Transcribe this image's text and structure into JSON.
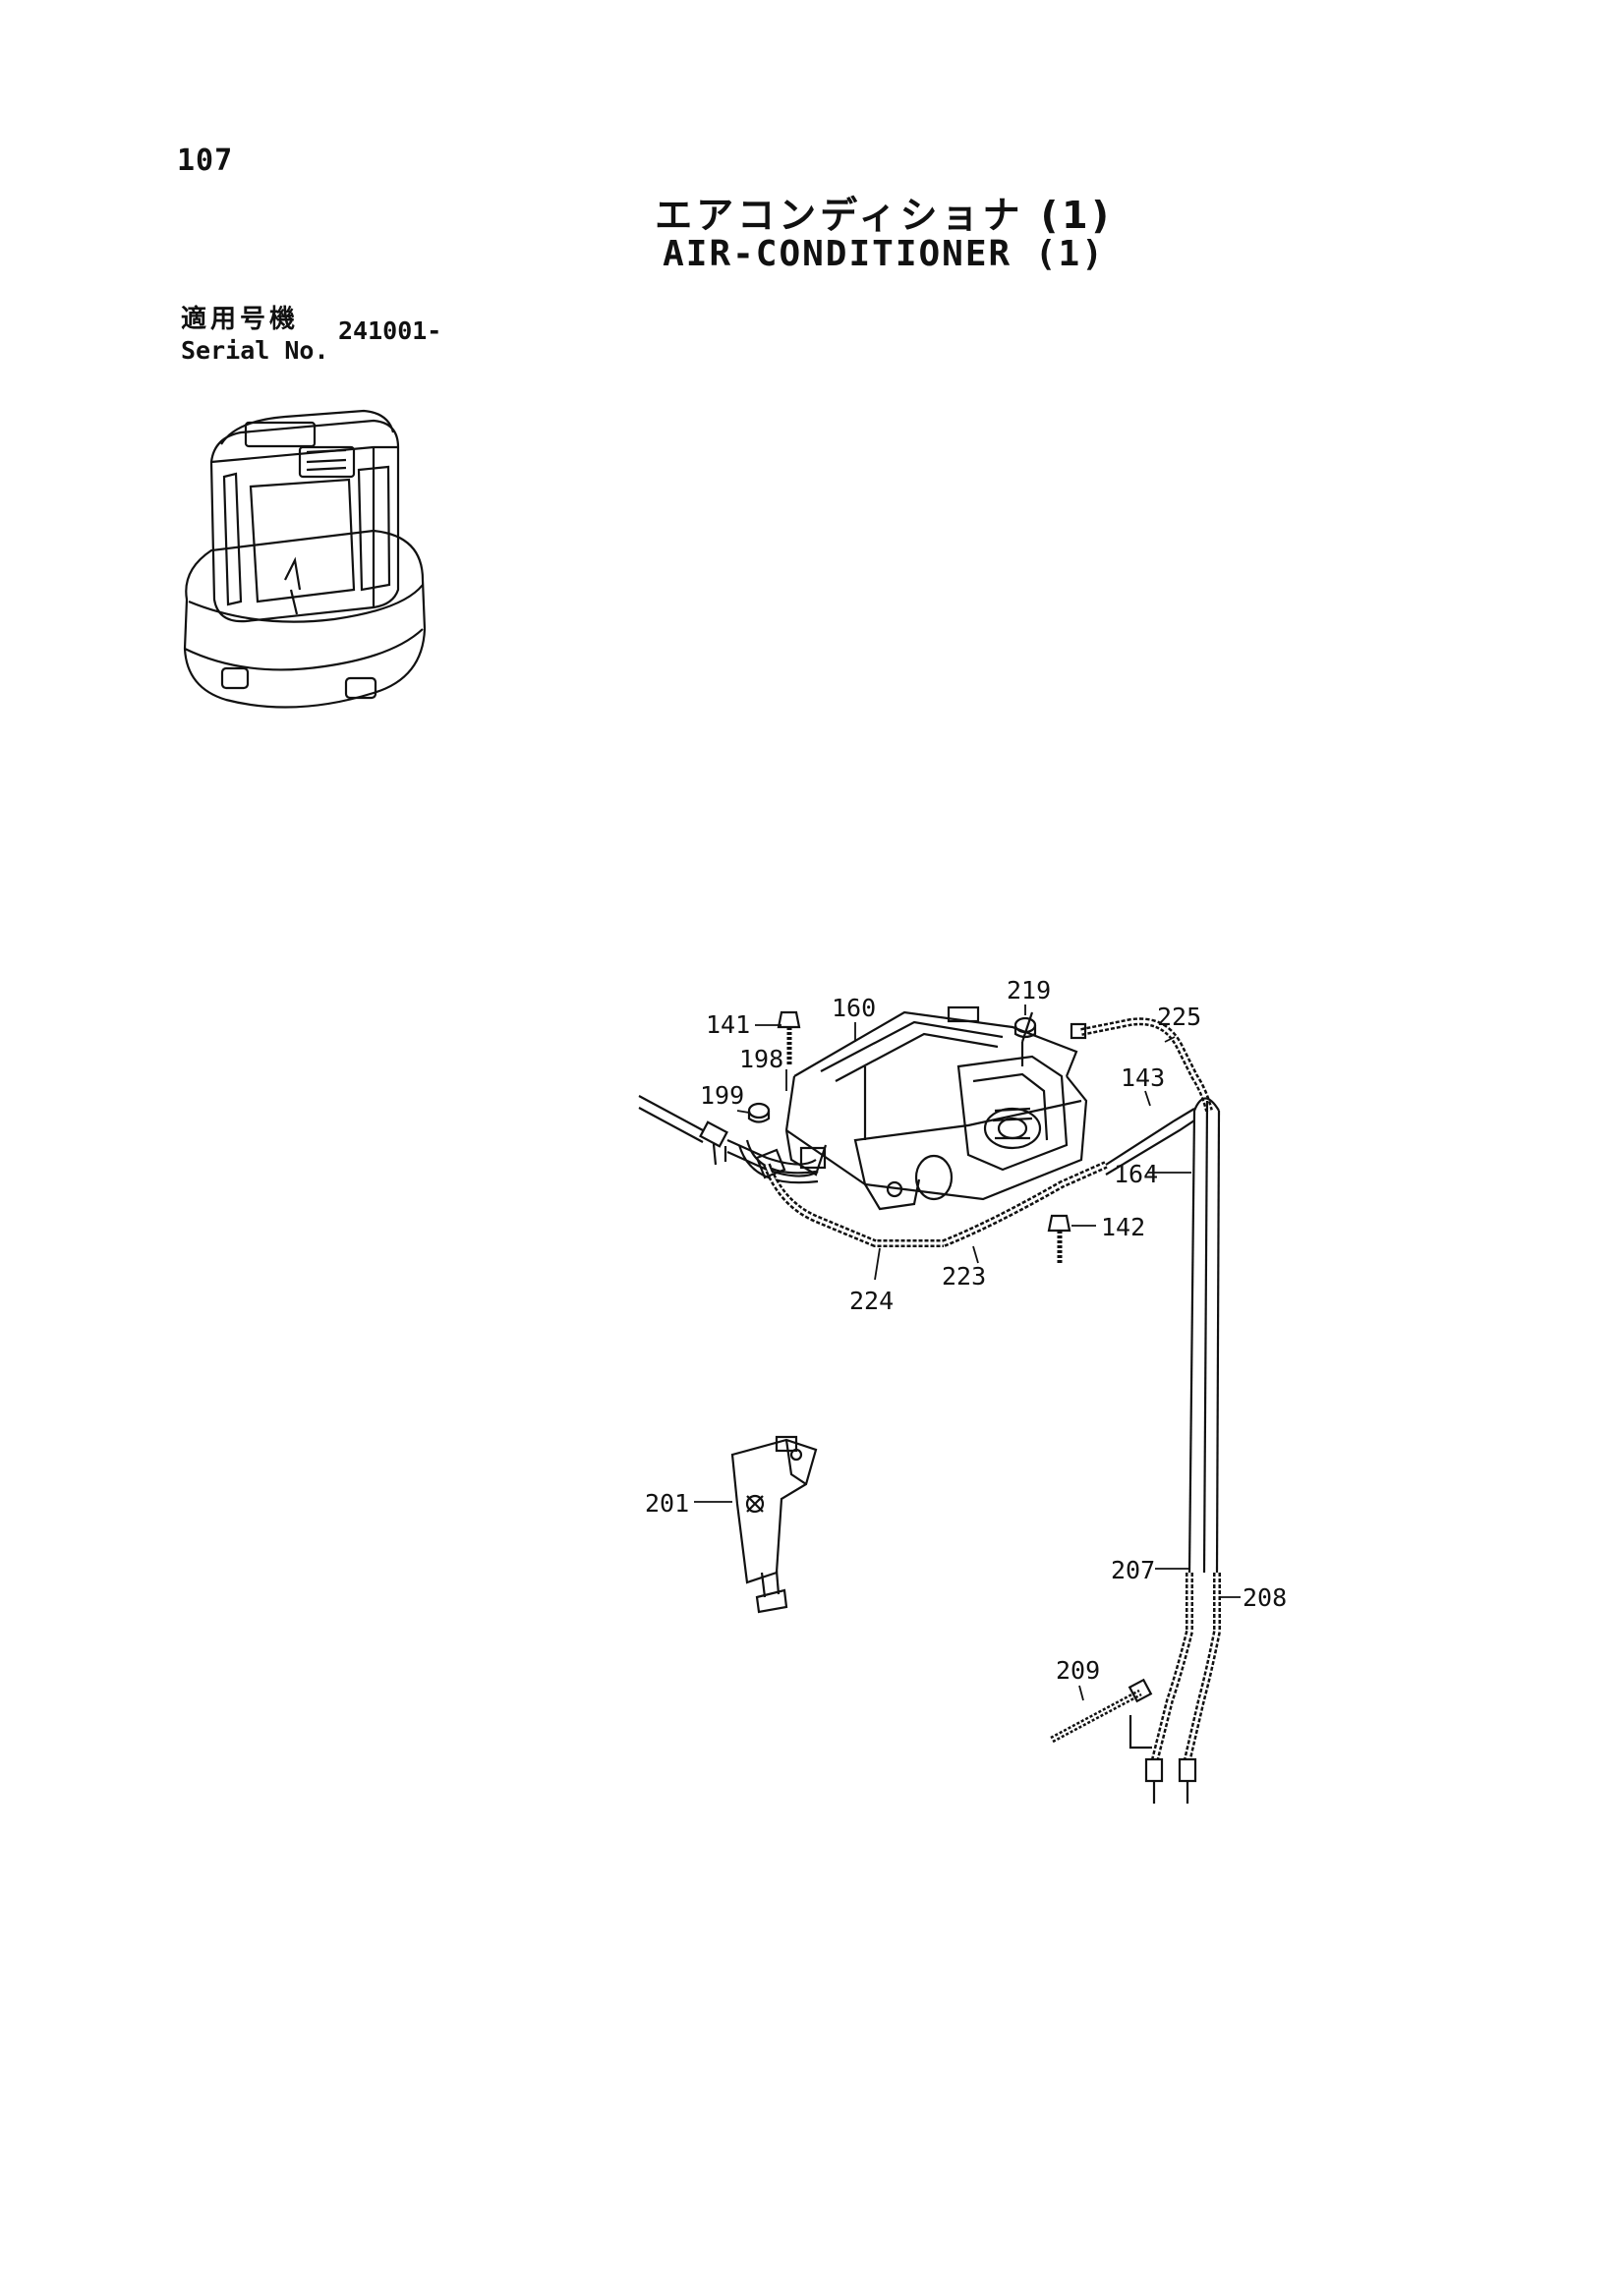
{
  "header": {
    "page_number": "107",
    "title_jp": "エアコンディショナ (1)",
    "title_en": "AIR-CONDITIONER (1)",
    "serial_label_jp": "適用号機",
    "serial_label_en": "Serial No.",
    "serial_value": "241001-"
  },
  "callouts": {
    "c141": "141",
    "c160": "160",
    "c219": "219",
    "c225": "225",
    "c198": "198",
    "c199": "199",
    "c143": "143",
    "c164": "164",
    "c142": "142",
    "c223": "223",
    "c224": "224",
    "c201": "201",
    "c207": "207",
    "c208": "208",
    "c209": "209"
  }
}
